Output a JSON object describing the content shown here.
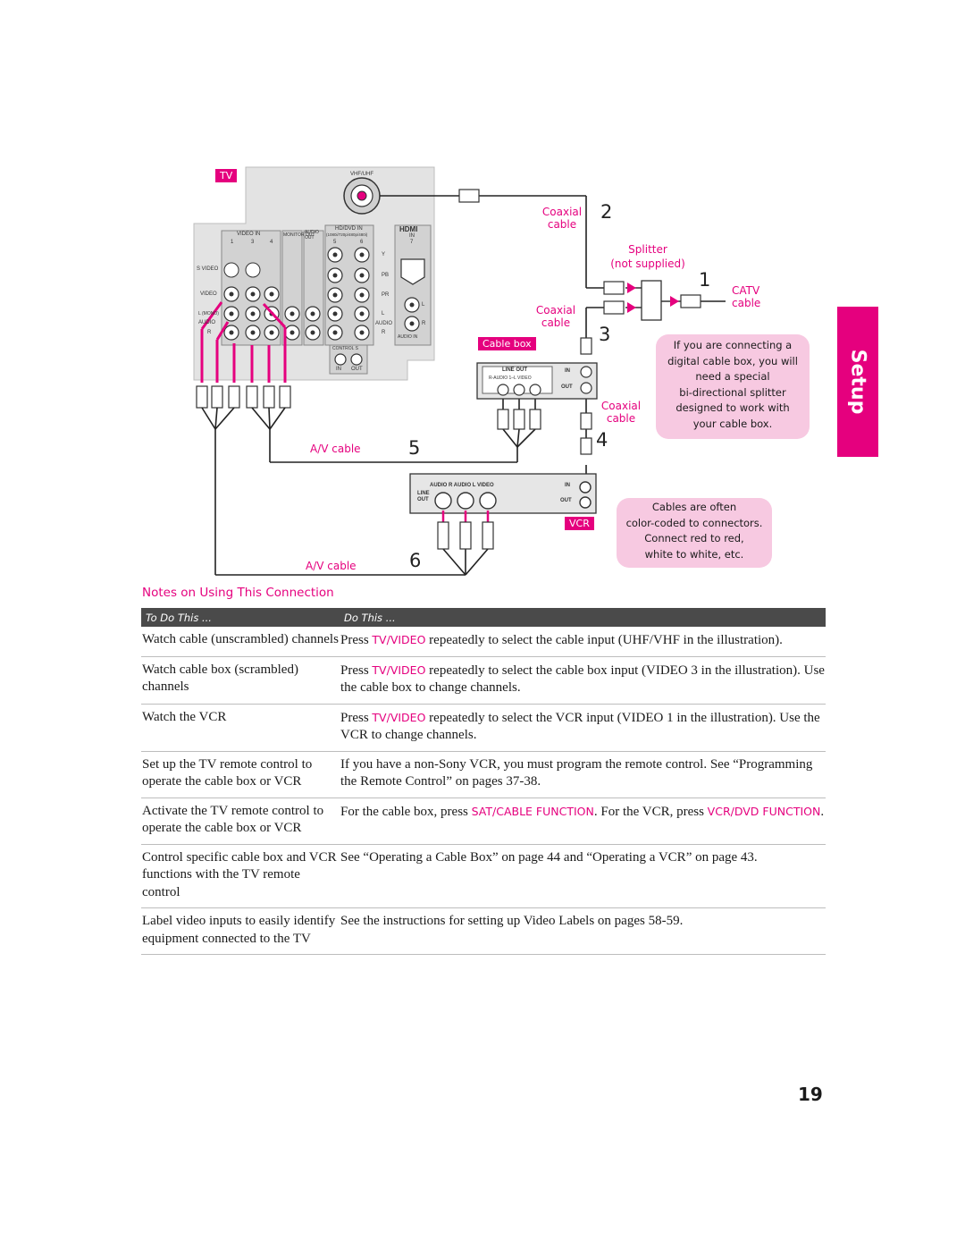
{
  "diagram": {
    "tv_label": "TV",
    "tv_panel": {
      "vhf_uhf": "VHF/UHF",
      "video_in": "VIDEO IN",
      "monitor_out": "MONITOR OUT",
      "audio_out": "AUDIO OUT",
      "audio_out_sub": "(VAR/FIX)",
      "hd_dvd_in": "HD/DVD IN",
      "hd_dvd_sub": "(1080i/720p/480p/480i)",
      "hdmi": "HDMI",
      "hdmi_in": "IN",
      "col_1": "1",
      "col_3": "3",
      "col_4": "4",
      "col_5": "5",
      "col_6": "6",
      "col_7": "7",
      "s_video": "S VIDEO",
      "video": "VIDEO",
      "l_mono": "L (MONO)",
      "audio": "AUDIO",
      "r": "R",
      "y": "Y",
      "pb": "PB",
      "pr": "PR",
      "l": "L",
      "r2": "R",
      "audio_2": "AUDIO",
      "audio_in": "AUDIO IN",
      "l_hdmi": "L",
      "r_hdmi": "R",
      "control_s": "CONTROL S",
      "in": "IN",
      "out": "OUT"
    },
    "coaxial_cable_2": [
      "Coaxial",
      "cable"
    ],
    "num_2": "2",
    "splitter": [
      "Splitter",
      "(not supplied)"
    ],
    "num_1": "1",
    "catv_cable": [
      "CATV",
      "cable"
    ],
    "coaxial_cable_3": [
      "Coaxial",
      "cable"
    ],
    "num_3": "3",
    "cable_box_label": "Cable box",
    "cable_box_panel": {
      "line_out": "LINE OUT",
      "audio_row": "R-AUDIO 1–L VIDEO",
      "in": "IN",
      "out": "OUT"
    },
    "coaxial_cable_4": [
      "Coaxial",
      "cable"
    ],
    "num_4": "4",
    "av_cable_5": "A/V cable",
    "num_5": "5",
    "vcr_panel": {
      "audio_row": "AUDIO R AUDIO L VIDEO",
      "line_out": "LINE OUT",
      "in": "IN",
      "out": "OUT"
    },
    "vcr_label": "VCR",
    "av_cable_6": "A/V cable",
    "num_6": "6",
    "bubble_splitter": [
      "If you are connecting a",
      "digital cable box, you will",
      "need a special",
      "bi-directional splitter",
      "designed to work with",
      "your cable box."
    ],
    "bubble_colors": [
      "Cables are often",
      "color-coded to connectors.",
      "Connect red to red,",
      "white to white, etc."
    ]
  },
  "side_tab": "Setup",
  "notes_title": "Notes on Using This Connection",
  "table": {
    "headers": [
      "To Do This ...",
      "Do This ..."
    ],
    "rows": [
      {
        "task": "Watch cable (unscrambled) channels",
        "pre": "Press ",
        "key": "TV/VIDEO",
        "post": " repeatedly to select the cable input (UHF/VHF in the illustration).",
        "key2": "",
        "post2": ""
      },
      {
        "task": "Watch cable box (scrambled) channels",
        "pre": "Press ",
        "key": "TV/VIDEO",
        "post": " repeatedly to select the cable box input (VIDEO 3 in the illustration). Use the cable box to change channels.",
        "key2": "",
        "post2": ""
      },
      {
        "task": "Watch the VCR",
        "pre": "Press ",
        "key": "TV/VIDEO",
        "post": " repeatedly to select the VCR input (VIDEO 1 in the illustration). Use the VCR to change channels.",
        "key2": "",
        "post2": ""
      },
      {
        "task": "Set up the TV remote control to operate the cable box or VCR",
        "pre": "If you have a non-Sony VCR, you must program the remote control. See “Programming the Remote Control” on pages 37-38.",
        "key": "",
        "post": "",
        "key2": "",
        "post2": ""
      },
      {
        "task": "Activate the TV remote control to operate the cable box or VCR",
        "pre": "For the cable box, press ",
        "key": "SAT/CABLE FUNCTION",
        "post": ". For the VCR, press ",
        "key2": "VCR/DVD FUNCTION",
        "post2": "."
      },
      {
        "task": "Control specific cable box and VCR functions with the TV remote control",
        "pre": "See “Operating a Cable Box” on page 44 and “Operating a VCR” on page 43.",
        "key": "",
        "post": "",
        "key2": "",
        "post2": ""
      },
      {
        "task": "Label video inputs to easily identify equipment connected to the TV",
        "pre": "See the instructions for setting up Video Labels on pages 58-59.",
        "key": "",
        "post": "",
        "key2": "",
        "post2": ""
      }
    ]
  },
  "page_number": "19",
  "colors": {
    "accent": "#e5007e",
    "bubble": "#f7c9e1",
    "header_bar": "#4a4a4a",
    "panel": "#e3e3e3"
  }
}
